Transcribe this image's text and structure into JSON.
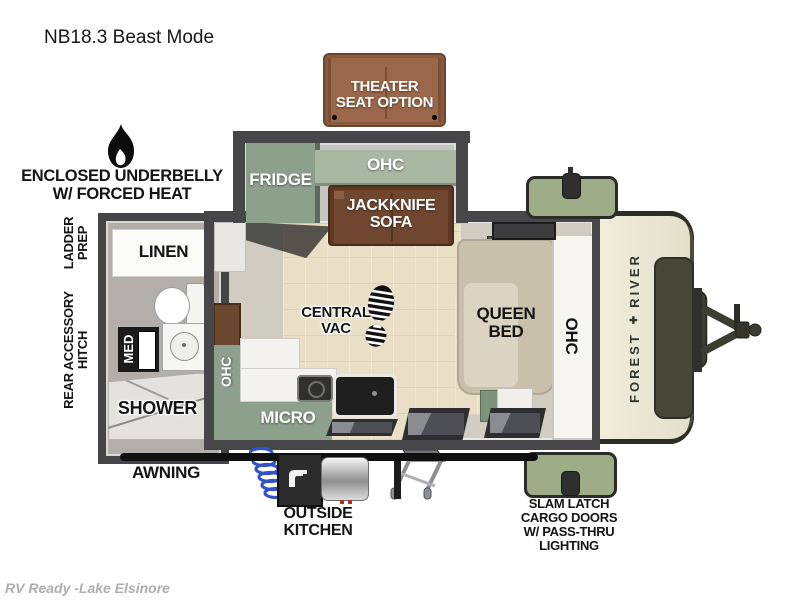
{
  "title": "NB18.3 Beast Mode",
  "watermark": "RV Ready -Lake Elsinore",
  "brand": {
    "bottom_word": "FOREST",
    "top_word": "RIVER",
    "emblem": "✚"
  },
  "callouts": {
    "underbelly_line1": "ENCLOSED UNDERBELLY",
    "underbelly_line2": "W/ FORCED HEAT",
    "theater_line1": "THEATER",
    "theater_line2": "SEAT OPTION",
    "ladder_line1": "LADDER",
    "ladder_line2": "PREP",
    "rear_hitch_line1": "REAR ACCESSORY",
    "rear_hitch_line2": "HITCH",
    "awning": "AWNING",
    "outside_line1": "OUTSIDE",
    "outside_line2": "KITCHEN",
    "slam_line1": "SLAM LATCH",
    "slam_line2": "CARGO DOORS",
    "slam_line3": "W/ PASS-THRU",
    "slam_line4": "LIGHTING"
  },
  "rooms": {
    "fridge": "FRIDGE",
    "ohc_front": "OHC",
    "sofa_line1": "JACKKNIFE",
    "sofa_line2": "SOFA",
    "linen": "LINEN",
    "med": "MED",
    "shower": "SHOWER",
    "vac_line1": "CENTRAL",
    "vac_line2": "VAC",
    "ohc_kitchen": "OHC",
    "micro": "MICRO",
    "bed_line1": "QUEEN",
    "bed_line2": "BED",
    "ohc_bed": "OHC"
  },
  "colors": {
    "sage": "#8da08c",
    "sage_light": "#a9b8a3",
    "cargo_green": "#9fac88",
    "sofa_brown": "#6f4730",
    "theater_brown": "#9a674a",
    "wall": "#47474a",
    "wood_floor": "#e9dfc7",
    "front_cap": "#edeadb"
  }
}
